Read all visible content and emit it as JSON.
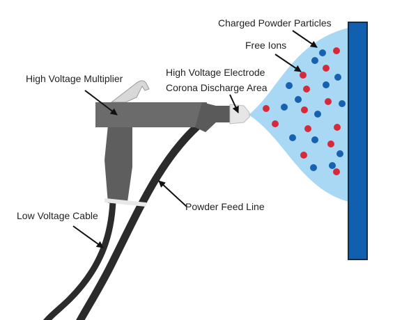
{
  "labels": {
    "charged_powder": "Charged Powder Particles",
    "free_ions": "Free Ions",
    "hv_electrode": "High Voltage Electrode",
    "corona": "Corona Discharge Area",
    "hv_multiplier": "High Voltage Multiplier",
    "low_voltage_cable": "Low Voltage Cable",
    "powder_feed_line": "Powder Feed Line"
  },
  "colors": {
    "spray": "#a9d8f5",
    "target_panel": "#1160b0",
    "positive_particle": "#d42a3a",
    "negative_particle": "#1761b0",
    "gun_body": "#6b6b6b",
    "hose": "#2b2b2b"
  }
}
